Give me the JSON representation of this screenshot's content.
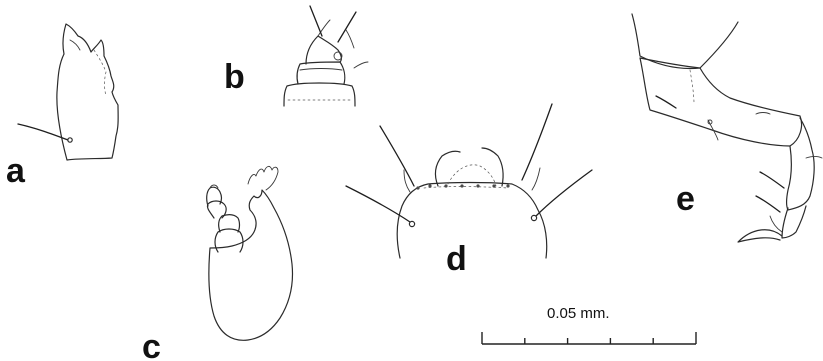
{
  "figure_labels": {
    "a": "a",
    "b": "b",
    "c": "c",
    "d": "d",
    "e": "e"
  },
  "scale_bar": {
    "label": "0.05 mm.",
    "divisions": 5
  },
  "colors": {
    "ink": "#2b2b2b",
    "background": "#ffffff"
  }
}
